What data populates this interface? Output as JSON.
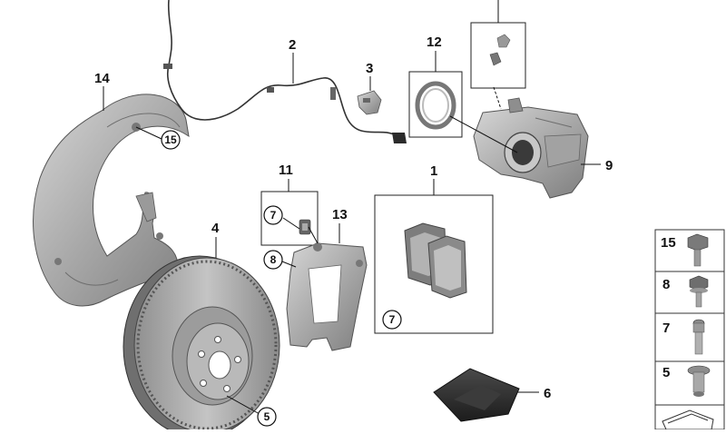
{
  "callouts": {
    "c1": "1",
    "c2": "2",
    "c3": "3",
    "c4": "4",
    "c6": "6",
    "c9": "9",
    "c11": "11",
    "c12": "12",
    "c13": "13",
    "c14": "14"
  },
  "circled": {
    "c15": "15",
    "c8": "8",
    "c7_bolt": "7",
    "c7_pads": "7",
    "c5_disc": "5"
  },
  "legend": {
    "title_hidden": "",
    "items": [
      {
        "label": "15"
      },
      {
        "label": "8"
      },
      {
        "label": "7"
      },
      {
        "label": "5"
      }
    ]
  }
}
